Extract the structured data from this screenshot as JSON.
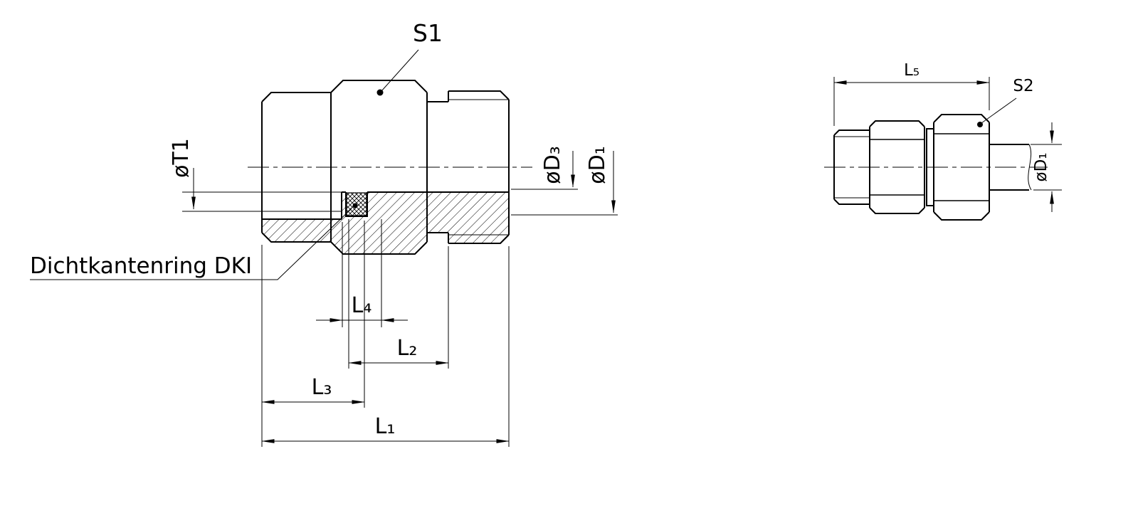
{
  "drawing": {
    "background_color": "#ffffff",
    "line_color": "#000000",
    "views": {
      "main": {
        "labels": {
          "s1": "S1",
          "t1": "øT1",
          "d3": "øD₃",
          "d1": "øD₁",
          "l1": "L₁",
          "l2": "L₂",
          "l3": "L₃",
          "l4": "L₄",
          "note": "Dichtkantenring DKI"
        }
      },
      "side": {
        "labels": {
          "l5": "L₅",
          "s2": "S2",
          "d1": "øD₁"
        }
      }
    }
  }
}
